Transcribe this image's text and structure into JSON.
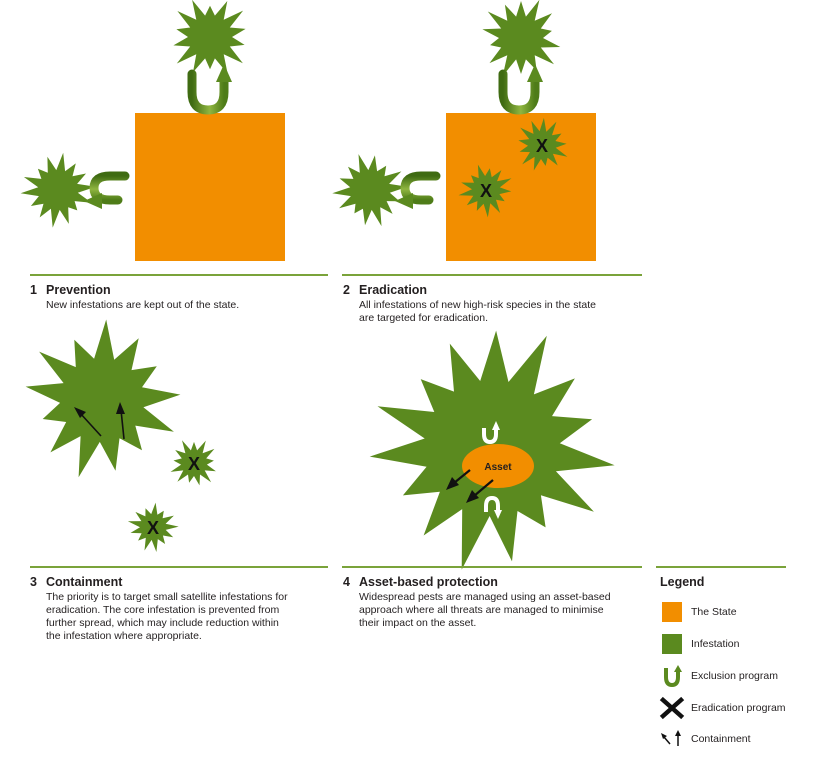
{
  "colors": {
    "state": "#f28e00",
    "infestation": "#5b8a1f",
    "infestation_dark": "#44701a",
    "rule": "#7aa33a",
    "text": "#231f20"
  },
  "stages": [
    {
      "number": "1",
      "title": "Prevention",
      "description": [
        "New infestations are kept out of the state."
      ]
    },
    {
      "number": "2",
      "title": "Eradication",
      "description": [
        "All infestations of new high-risk species in the state",
        "are targeted for eradication."
      ]
    },
    {
      "number": "3",
      "title": "Containment",
      "description": [
        "The priority is to target small satellite infestations for",
        "eradication. The core infestation is prevented from",
        "further spread, which may include reduction within",
        "the infestation where appropriate."
      ]
    },
    {
      "number": "4",
      "title": "Asset-based protection",
      "description": [
        "Widespread pests are managed using an asset-based",
        "approach where all threats are managed to minimise",
        "their impact on the asset."
      ]
    }
  ],
  "diagram": {
    "eradication_mark": "X",
    "asset_label": "Asset"
  },
  "legend": {
    "title": "Legend",
    "items": [
      {
        "label": "The State",
        "icon": "orange-square-icon"
      },
      {
        "label": "Infestation",
        "icon": "green-square-icon"
      },
      {
        "label": "Exclusion program",
        "icon": "u-arrow-icon"
      },
      {
        "label": "Eradication program",
        "icon": "x-mark-icon"
      },
      {
        "label": "Containment",
        "icon": "containment-arrows-icon"
      }
    ]
  }
}
